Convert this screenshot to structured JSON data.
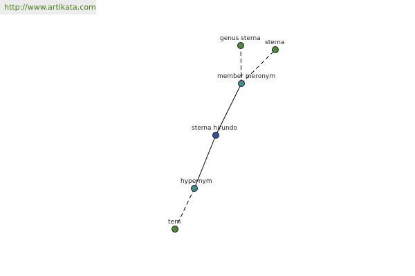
{
  "header": {
    "url": "http://www.artikata.com"
  },
  "graph": {
    "nodes": [
      {
        "id": "genus-sterna",
        "label": "genus sterna",
        "color": "#4f8a3c"
      },
      {
        "id": "sterna",
        "label": "sterna",
        "color": "#4f8a3c"
      },
      {
        "id": "member-meronym",
        "label": "member meronym",
        "color": "#3f8f8c"
      },
      {
        "id": "sterna-hirundo",
        "label": "sterna hirundo",
        "color": "#3a4f9a"
      },
      {
        "id": "hypernym",
        "label": "hypernym",
        "color": "#3f8f8c"
      },
      {
        "id": "tern",
        "label": "tern",
        "color": "#4f8a3c"
      }
    ],
    "edges": [
      {
        "from": "member-meronym",
        "to": "genus-sterna",
        "style": "dashed"
      },
      {
        "from": "member-meronym",
        "to": "sterna",
        "style": "dashed"
      },
      {
        "from": "sterna-hirundo",
        "to": "member-meronym",
        "style": "solid"
      },
      {
        "from": "sterna-hirundo",
        "to": "hypernym",
        "style": "solid"
      },
      {
        "from": "hypernym",
        "to": "tern",
        "style": "dashed"
      }
    ]
  }
}
